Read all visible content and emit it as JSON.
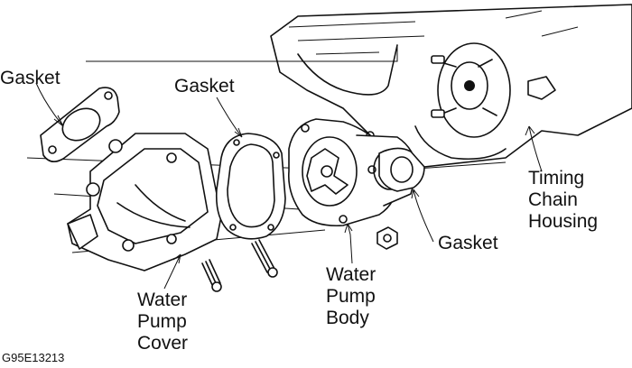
{
  "labels": {
    "gasket_left": "Gasket",
    "gasket_center": "Gasket",
    "gasket_right": "Gasket",
    "timing_chain_housing": [
      "Timing",
      "Chain",
      "Housing"
    ],
    "water_pump_body": [
      "Water",
      "Pump",
      "Body"
    ],
    "water_pump_cover": [
      "Water",
      "Pump",
      "Cover"
    ]
  },
  "figure_id": "G95E13213"
}
